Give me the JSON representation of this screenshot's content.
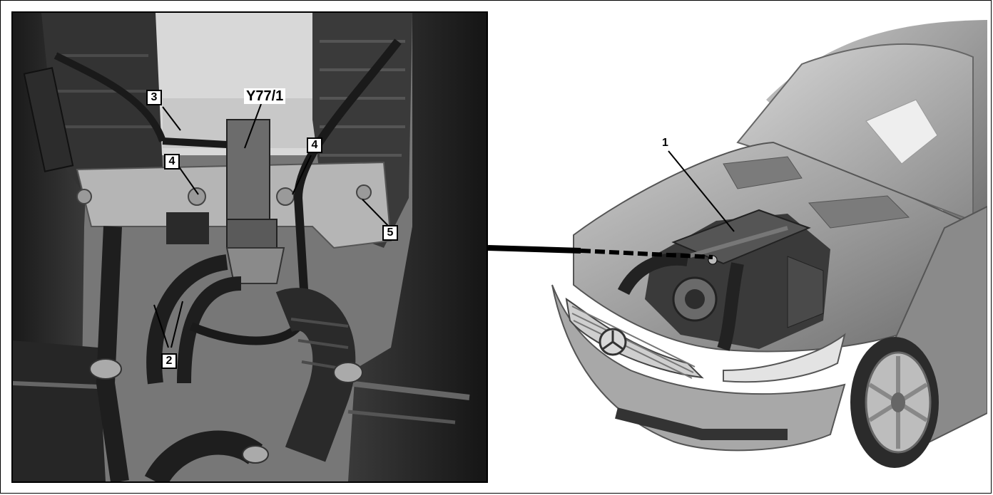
{
  "photo": {
    "callouts": {
      "c3": "3",
      "cY77": "Y77/1",
      "c4a": "4",
      "c4b": "4",
      "c5": "5",
      "c2": "2"
    }
  },
  "car": {
    "callout": "1"
  }
}
